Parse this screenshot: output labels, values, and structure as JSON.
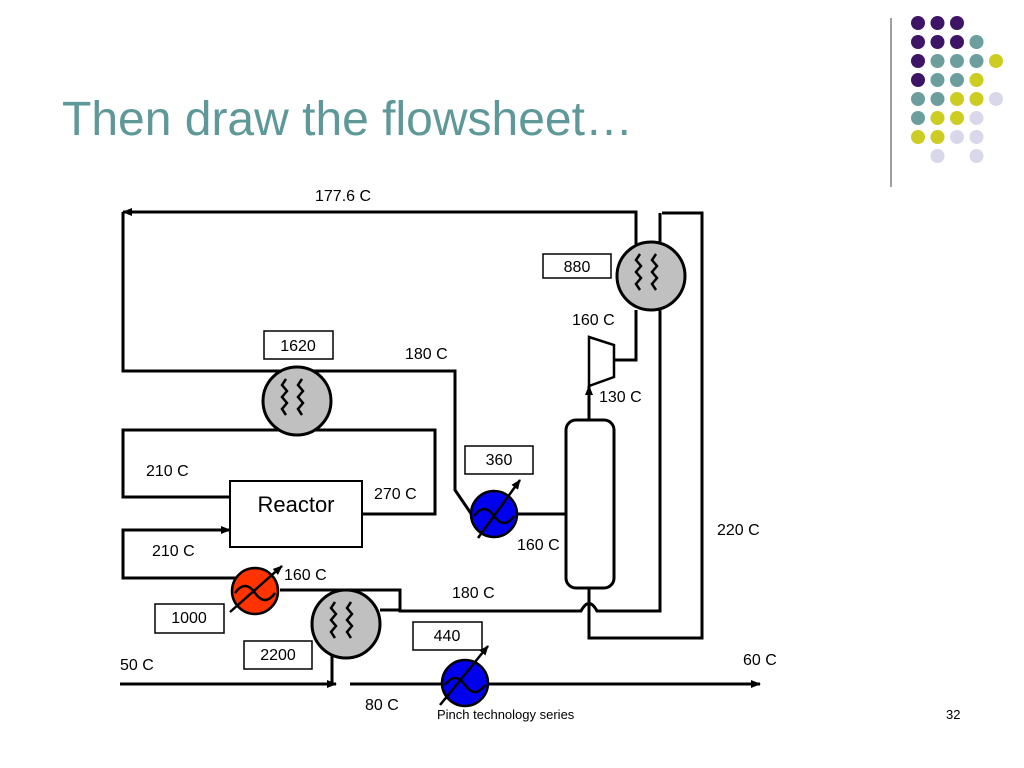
{
  "slide": {
    "title": "Then draw the flowsheet…",
    "footer": "Pinch technology series",
    "page_number": "32"
  },
  "colors": {
    "title": "#5f9898",
    "purple": "#3d1466",
    "teal": "#6c9e9e",
    "yellow": "#cccc22",
    "lavender": "#d8d8ea",
    "exchanger": "#c0c0c0",
    "cooler": "#0000ee",
    "heater": "#ff3300"
  },
  "units": {
    "reactor": "Reactor"
  },
  "duties": {
    "d880": "880",
    "d1620": "1620",
    "d360": "360",
    "d1000": "1000",
    "d2200": "2200",
    "d440": "440"
  },
  "temperatures": {
    "t177": "177.6 C",
    "t160_top": "160 C",
    "t180_mid": "180 C",
    "t130": "130 C",
    "t210_upper": "210 C",
    "t270": "270 C",
    "t220": "220 C",
    "t210_lower": "210 C",
    "t160_col": "160 C",
    "t160_heater": "160 C",
    "t180_low": "180 C",
    "t50": "50 C",
    "t60": "60 C",
    "t80": "80 C"
  }
}
